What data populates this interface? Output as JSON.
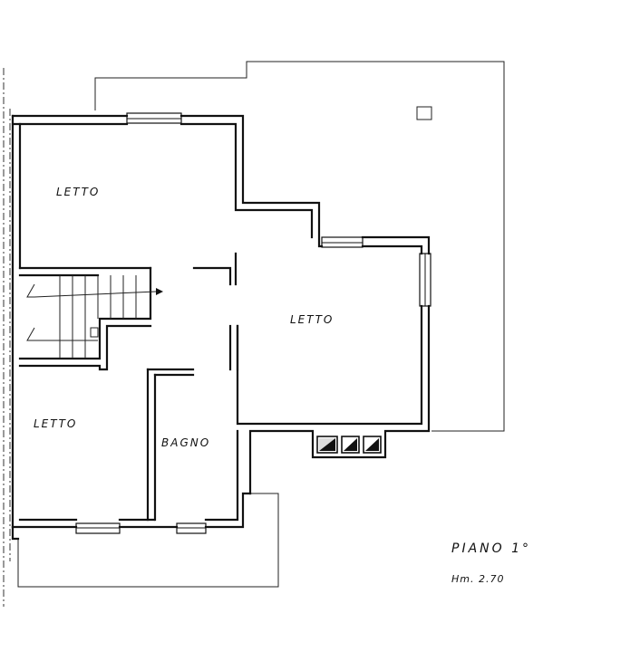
{
  "plan": {
    "rooms": [
      {
        "id": "letto-nw",
        "label": "LETTO"
      },
      {
        "id": "letto-e",
        "label": "LETTO"
      },
      {
        "id": "letto-sw",
        "label": "LETTO"
      },
      {
        "id": "bagno",
        "label": "BAGNO"
      }
    ],
    "title": "PIANO 1°",
    "height_note": "Hm. 2.70"
  }
}
